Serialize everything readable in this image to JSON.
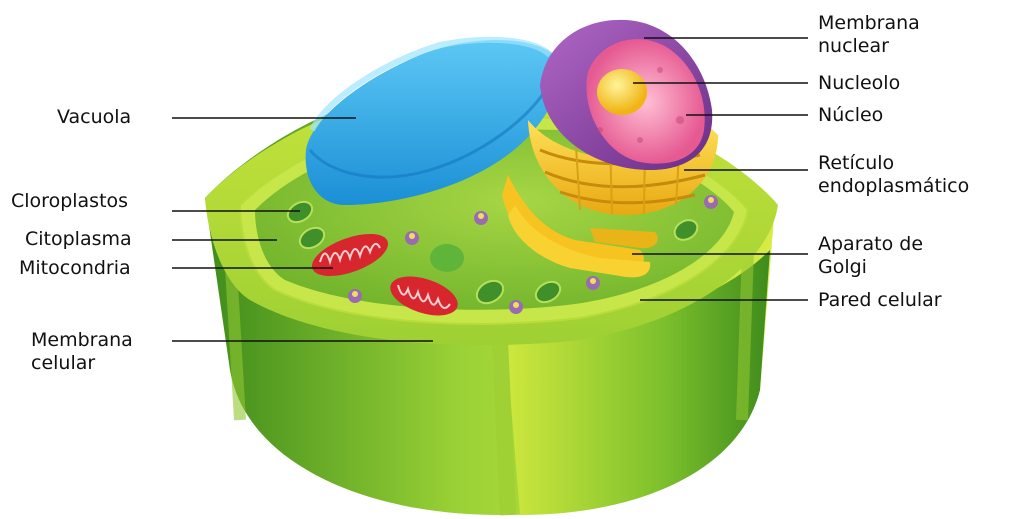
{
  "labels": {
    "vacuola": "Vacuola",
    "cloroplastos": "Cloroplastos",
    "citoplasma": "Citoplasma",
    "mitocondria": "Mitocondria",
    "membrana_celular": [
      "Membrana",
      "celular"
    ],
    "membrana_nuclear": [
      "Membrana",
      "nuclear"
    ],
    "nucleolo": "Nucleolo",
    "nucleo": "Núcleo",
    "reticulo": [
      "Retículo",
      "endoplasmático"
    ],
    "golgi": [
      "Aparato de",
      "Golgi"
    ],
    "pared_celular": "Pared celular"
  },
  "colors": {
    "cell_wall_light": "#d8ec3c",
    "cell_wall_dark": "#5aa61e",
    "cytoplasm": "#93cc3a",
    "vacuole": "#2aa6e8",
    "nucleus_envelope": "#8c3fa0",
    "nucleus_interior": "#f07aa6",
    "nucleolus": "#f6d21e",
    "golgi_er": "#f6c81e",
    "mitochondria": "#d8262e",
    "chloroplast": "#3f8f2a",
    "leader_line": "#111111"
  }
}
